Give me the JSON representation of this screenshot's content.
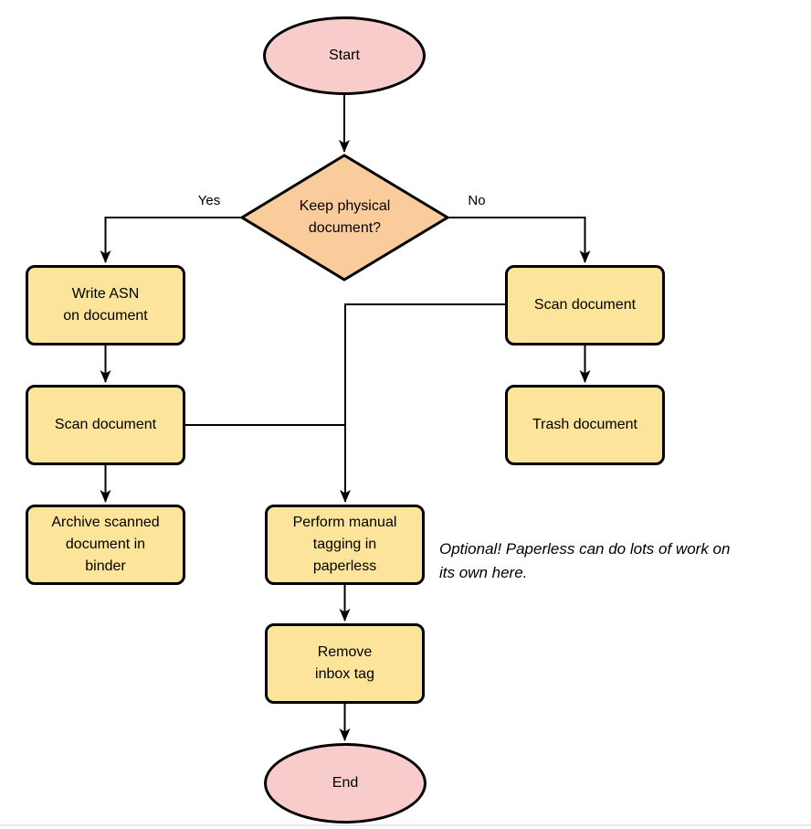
{
  "diagram": {
    "type": "flowchart",
    "nodes": {
      "start": {
        "label": "Start"
      },
      "decision": {
        "lines": [
          "Keep physical",
          "document?"
        ]
      },
      "write_asn": {
        "lines": [
          "Write ASN",
          "on document"
        ]
      },
      "scan_left": {
        "label": "Scan document"
      },
      "archive": {
        "lines": [
          "Archive scanned",
          "document in",
          "binder"
        ]
      },
      "scan_right": {
        "label": "Scan document"
      },
      "trash": {
        "label": "Trash document"
      },
      "tagging": {
        "lines": [
          "Perform manual",
          "tagging in",
          "paperless"
        ]
      },
      "remove_inbox": {
        "lines": [
          "Remove",
          "inbox tag"
        ]
      },
      "end": {
        "label": "End"
      }
    },
    "edge_labels": {
      "yes": "Yes",
      "no": "No"
    },
    "annotation": {
      "lines": [
        "Optional! Paperless can do lots of work on",
        "its own here."
      ]
    },
    "colors": {
      "terminator_fill": "#F8CCCB",
      "decision_fill": "#FACB9B",
      "process_fill": "#FCE49B",
      "stroke": "#000000"
    }
  }
}
